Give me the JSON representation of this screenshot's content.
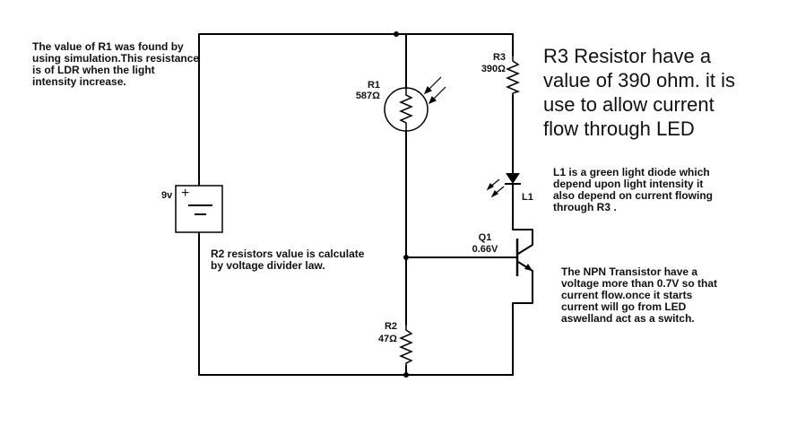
{
  "notes": {
    "r1_note": "The value of R1 was found by\nusing simulation.This resistance\nis of LDR when the light\nintensity increase.",
    "r3_note": "R3 Resistor have a\nvalue of 390 ohm. it is\nuse to allow current\nflow through LED",
    "l1_note": "L1 is a green light diode which\ndepend upon light intensity it\nalso depend on current flowing\nthrough R3 .",
    "r2_note": "R2 resistors value is calculate\nby voltage divider law.",
    "q1_note": "The NPN Transistor have a\nvoltage more than 0.7V so that\ncurrent flow.once it starts\ncurrent will go from LED\naswelland act as a switch."
  },
  "components": {
    "battery": {
      "label": "9v",
      "plus": "+"
    },
    "r1": {
      "name": "R1",
      "value": "587Ω"
    },
    "r2": {
      "name": "R2",
      "value": "47Ω"
    },
    "r3": {
      "name": "R3",
      "value": "390Ω"
    },
    "l1": {
      "name": "L1"
    },
    "q1": {
      "name": "Q1",
      "value": "0.66V"
    }
  },
  "colors": {
    "wire": "#000000",
    "text": "#111111",
    "background": "#ffffff"
  }
}
